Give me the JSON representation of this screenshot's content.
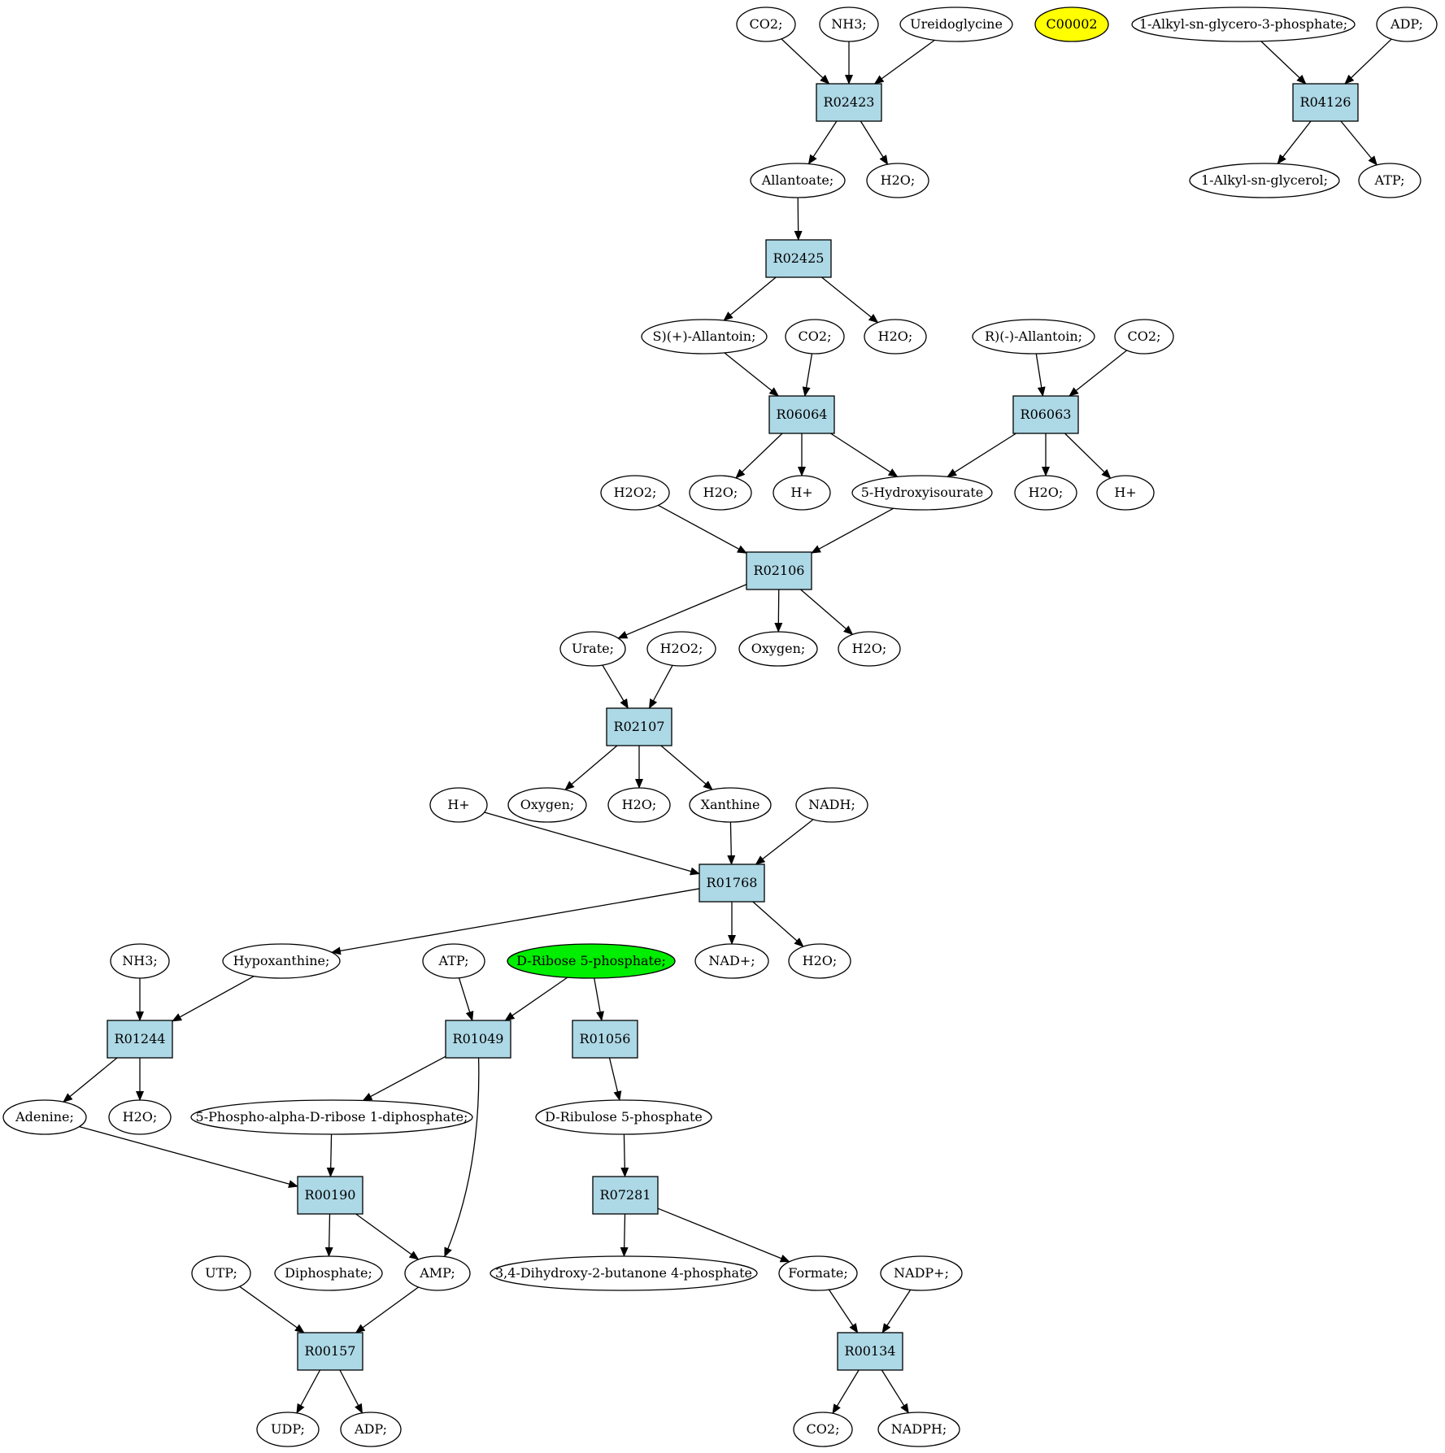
{
  "colors": {
    "reaction_fill": "#add8e6",
    "compound_fill": "#ffffff",
    "highlight_yellow": "#ffff00",
    "highlight_green": "#00ee00"
  },
  "nodes": [
    {
      "id": "n_co2_a",
      "label": "CO2;",
      "kind": "compound"
    },
    {
      "id": "n_nh3_a",
      "label": "NH3;",
      "kind": "compound"
    },
    {
      "id": "n_ureidoglycine",
      "label": "Ureidoglycine",
      "kind": "compound"
    },
    {
      "id": "n_c00002",
      "label": "C00002",
      "kind": "compound",
      "fill": "#ffff00"
    },
    {
      "id": "n_alkylglycerophosphate",
      "label": "1-Alkyl-sn-glycero-3-phosphate;",
      "kind": "compound"
    },
    {
      "id": "n_adp_a",
      "label": "ADP;",
      "kind": "compound"
    },
    {
      "id": "n_r02423",
      "label": "R02423",
      "kind": "reaction"
    },
    {
      "id": "n_r04126",
      "label": "R04126",
      "kind": "reaction"
    },
    {
      "id": "n_allantoate",
      "label": "Allantoate;",
      "kind": "compound"
    },
    {
      "id": "n_h2o_a",
      "label": "H2O;",
      "kind": "compound"
    },
    {
      "id": "n_alkylglycerol",
      "label": "1-Alkyl-sn-glycerol;",
      "kind": "compound"
    },
    {
      "id": "n_atp_a",
      "label": "ATP;",
      "kind": "compound"
    },
    {
      "id": "n_r02425",
      "label": "R02425",
      "kind": "reaction"
    },
    {
      "id": "n_s_allantoin",
      "label": "S)(+)-Allantoin;",
      "kind": "compound"
    },
    {
      "id": "n_co2_b",
      "label": "CO2;",
      "kind": "compound"
    },
    {
      "id": "n_h2o_b",
      "label": "H2O;",
      "kind": "compound"
    },
    {
      "id": "n_r_allantoin",
      "label": "R)(-)-Allantoin;",
      "kind": "compound"
    },
    {
      "id": "n_co2_c",
      "label": "CO2;",
      "kind": "compound"
    },
    {
      "id": "n_r06064",
      "label": "R06064",
      "kind": "reaction"
    },
    {
      "id": "n_r06063",
      "label": "R06063",
      "kind": "reaction"
    },
    {
      "id": "n_h2o2_a",
      "label": "H2O2;",
      "kind": "compound"
    },
    {
      "id": "n_h2o_c",
      "label": "H2O;",
      "kind": "compound"
    },
    {
      "id": "n_hplus_a",
      "label": "H+",
      "kind": "compound"
    },
    {
      "id": "n_hydroxyisourate",
      "label": "5-Hydroxyisourate",
      "kind": "compound"
    },
    {
      "id": "n_h2o_d",
      "label": "H2O;",
      "kind": "compound"
    },
    {
      "id": "n_hplus_b",
      "label": "H+",
      "kind": "compound"
    },
    {
      "id": "n_r02106",
      "label": "R02106",
      "kind": "reaction"
    },
    {
      "id": "n_urate",
      "label": "Urate;",
      "kind": "compound"
    },
    {
      "id": "n_h2o2_b",
      "label": "H2O2;",
      "kind": "compound"
    },
    {
      "id": "n_oxygen_a",
      "label": "Oxygen;",
      "kind": "compound"
    },
    {
      "id": "n_h2o_e",
      "label": "H2O;",
      "kind": "compound"
    },
    {
      "id": "n_r02107",
      "label": "R02107",
      "kind": "reaction"
    },
    {
      "id": "n_hplus_c",
      "label": "H+",
      "kind": "compound"
    },
    {
      "id": "n_oxygen_b",
      "label": "Oxygen;",
      "kind": "compound"
    },
    {
      "id": "n_h2o_f",
      "label": "H2O;",
      "kind": "compound"
    },
    {
      "id": "n_xanthine",
      "label": "Xanthine",
      "kind": "compound"
    },
    {
      "id": "n_nadh",
      "label": "NADH;",
      "kind": "compound"
    },
    {
      "id": "n_r01768",
      "label": "R01768",
      "kind": "reaction"
    },
    {
      "id": "n_nh3_b",
      "label": "NH3;",
      "kind": "compound"
    },
    {
      "id": "n_hypoxanthine",
      "label": "Hypoxanthine;",
      "kind": "compound"
    },
    {
      "id": "n_atp_b",
      "label": "ATP;",
      "kind": "compound"
    },
    {
      "id": "n_ribose5p",
      "label": "D-Ribose 5-phosphate;",
      "kind": "compound",
      "fill": "#00ee00"
    },
    {
      "id": "n_nadplus",
      "label": "NAD+;",
      "kind": "compound"
    },
    {
      "id": "n_h2o_g",
      "label": "H2O;",
      "kind": "compound"
    },
    {
      "id": "n_r01244",
      "label": "R01244",
      "kind": "reaction"
    },
    {
      "id": "n_r01049",
      "label": "R01049",
      "kind": "reaction"
    },
    {
      "id": "n_r01056",
      "label": "R01056",
      "kind": "reaction"
    },
    {
      "id": "n_adenine",
      "label": "Adenine;",
      "kind": "compound"
    },
    {
      "id": "n_h2o_h",
      "label": "H2O;",
      "kind": "compound"
    },
    {
      "id": "n_prpp",
      "label": "5-Phospho-alpha-D-ribose 1-diphosphate;",
      "kind": "compound"
    },
    {
      "id": "n_ribulose5p",
      "label": "D-Ribulose 5-phosphate",
      "kind": "compound"
    },
    {
      "id": "n_r00190",
      "label": "R00190",
      "kind": "reaction"
    },
    {
      "id": "n_r07281",
      "label": "R07281",
      "kind": "reaction"
    },
    {
      "id": "n_utp",
      "label": "UTP;",
      "kind": "compound"
    },
    {
      "id": "n_diphosphate",
      "label": "Diphosphate;",
      "kind": "compound"
    },
    {
      "id": "n_amp",
      "label": "AMP;",
      "kind": "compound"
    },
    {
      "id": "n_dhbp",
      "label": "3,4-Dihydroxy-2-butanone 4-phosphate",
      "kind": "compound"
    },
    {
      "id": "n_formate",
      "label": "Formate;",
      "kind": "compound"
    },
    {
      "id": "n_nadpplus",
      "label": "NADP+;",
      "kind": "compound"
    },
    {
      "id": "n_r00157",
      "label": "R00157",
      "kind": "reaction"
    },
    {
      "id": "n_r00134",
      "label": "R00134",
      "kind": "reaction"
    },
    {
      "id": "n_udp",
      "label": "UDP;",
      "kind": "compound"
    },
    {
      "id": "n_adp_b",
      "label": "ADP;",
      "kind": "compound"
    },
    {
      "id": "n_co2_d",
      "label": "CO2;",
      "kind": "compound"
    },
    {
      "id": "n_nadph",
      "label": "NADPH;",
      "kind": "compound"
    }
  ],
  "edges": [
    [
      "n_co2_a",
      "n_r02423"
    ],
    [
      "n_nh3_a",
      "n_r02423"
    ],
    [
      "n_ureidoglycine",
      "n_r02423"
    ],
    [
      "n_r02423",
      "n_allantoate"
    ],
    [
      "n_r02423",
      "n_h2o_a"
    ],
    [
      "n_alkylglycerophosphate",
      "n_r04126"
    ],
    [
      "n_adp_a",
      "n_r04126"
    ],
    [
      "n_r04126",
      "n_alkylglycerol"
    ],
    [
      "n_r04126",
      "n_atp_a"
    ],
    [
      "n_allantoate",
      "n_r02425"
    ],
    [
      "n_r02425",
      "n_s_allantoin"
    ],
    [
      "n_r02425",
      "n_h2o_b"
    ],
    [
      "n_s_allantoin",
      "n_r06064"
    ],
    [
      "n_co2_b",
      "n_r06064"
    ],
    [
      "n_r_allantoin",
      "n_r06063"
    ],
    [
      "n_co2_c",
      "n_r06063"
    ],
    [
      "n_r06064",
      "n_h2o_c"
    ],
    [
      "n_r06064",
      "n_hplus_a"
    ],
    [
      "n_r06064",
      "n_hydroxyisourate"
    ],
    [
      "n_r06063",
      "n_hydroxyisourate"
    ],
    [
      "n_r06063",
      "n_h2o_d"
    ],
    [
      "n_r06063",
      "n_hplus_b"
    ],
    [
      "n_h2o2_a",
      "n_r02106"
    ],
    [
      "n_hydroxyisourate",
      "n_r02106"
    ],
    [
      "n_r02106",
      "n_urate"
    ],
    [
      "n_r02106",
      "n_oxygen_a"
    ],
    [
      "n_r02106",
      "n_h2o_e"
    ],
    [
      "n_urate",
      "n_r02107"
    ],
    [
      "n_h2o2_b",
      "n_r02107"
    ],
    [
      "n_r02107",
      "n_oxygen_b"
    ],
    [
      "n_r02107",
      "n_h2o_f"
    ],
    [
      "n_r02107",
      "n_xanthine"
    ],
    [
      "n_hplus_c",
      "n_r01768"
    ],
    [
      "n_xanthine",
      "n_r01768"
    ],
    [
      "n_nadh",
      "n_r01768"
    ],
    [
      "n_r01768",
      "n_hypoxanthine"
    ],
    [
      "n_r01768",
      "n_nadplus"
    ],
    [
      "n_r01768",
      "n_h2o_g"
    ],
    [
      "n_nh3_b",
      "n_r01244"
    ],
    [
      "n_hypoxanthine",
      "n_r01244"
    ],
    [
      "n_atp_b",
      "n_r01049"
    ],
    [
      "n_ribose5p",
      "n_r01049"
    ],
    [
      "n_ribose5p",
      "n_r01056"
    ],
    [
      "n_r01244",
      "n_adenine"
    ],
    [
      "n_r01244",
      "n_h2o_h"
    ],
    [
      "n_r01049",
      "n_prpp"
    ],
    [
      "n_r01049",
      "n_amp"
    ],
    [
      "n_r01056",
      "n_ribulose5p"
    ],
    [
      "n_adenine",
      "n_r00190"
    ],
    [
      "n_prpp",
      "n_r00190"
    ],
    [
      "n_r00190",
      "n_diphosphate"
    ],
    [
      "n_r00190",
      "n_amp"
    ],
    [
      "n_ribulose5p",
      "n_r07281"
    ],
    [
      "n_r07281",
      "n_dhbp"
    ],
    [
      "n_r07281",
      "n_formate"
    ],
    [
      "n_utp",
      "n_r00157"
    ],
    [
      "n_amp",
      "n_r00157"
    ],
    [
      "n_formate",
      "n_r00134"
    ],
    [
      "n_nadpplus",
      "n_r00134"
    ],
    [
      "n_r00157",
      "n_udp"
    ],
    [
      "n_r00157",
      "n_adp_b"
    ],
    [
      "n_r00134",
      "n_co2_d"
    ],
    [
      "n_r00134",
      "n_nadph"
    ]
  ]
}
